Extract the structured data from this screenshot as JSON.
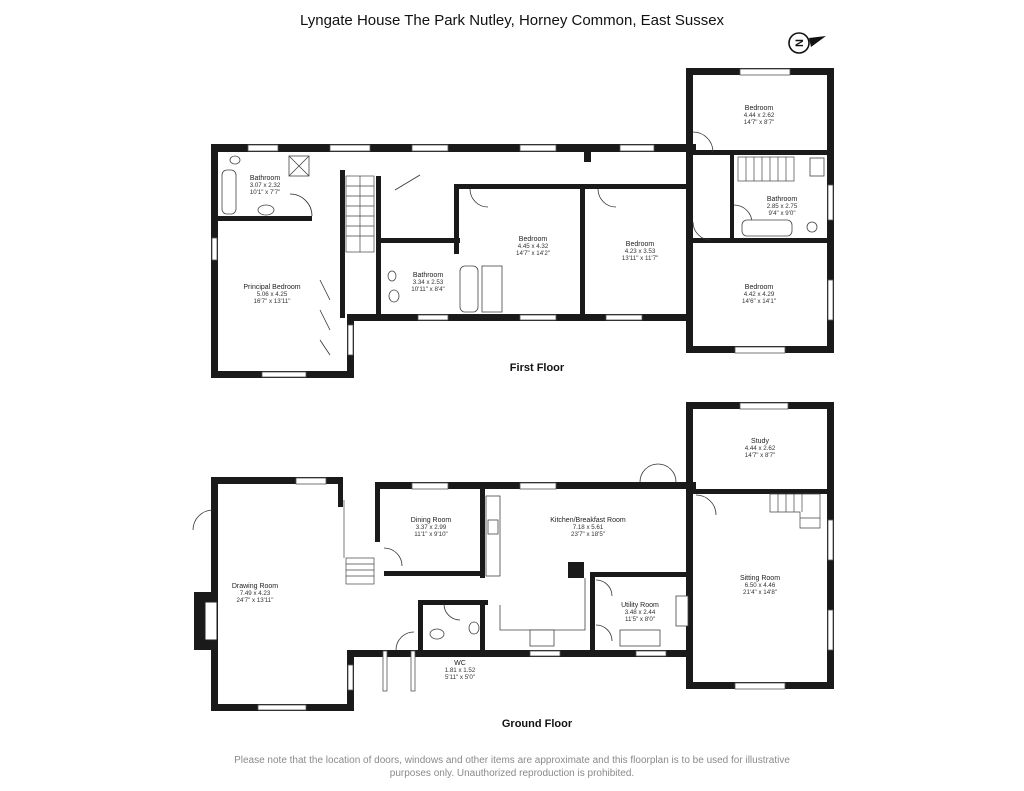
{
  "header": {
    "title": "Lyngate House The Park Nutley, Horney Common, East Sussex"
  },
  "compass": {
    "label": "N"
  },
  "floors": [
    {
      "id": "first",
      "title": "First Floor",
      "rooms": [
        {
          "name": "Bathroom",
          "metric": "3.07 x 2.32",
          "imperial": "10'1\" x 7'7\""
        },
        {
          "name": "Principal Bedroom",
          "metric": "5.06 x 4.25",
          "imperial": "16'7\" x 13'11\""
        },
        {
          "name": "Bathroom",
          "metric": "3.34 x 2.53",
          "imperial": "10'11\" x 8'4\""
        },
        {
          "name": "Bedroom",
          "metric": "4.45 x 4.32",
          "imperial": "14'7\" x 14'2\""
        },
        {
          "name": "Bedroom",
          "metric": "4.23 x 3.53",
          "imperial": "13'11\" x 11'7\""
        },
        {
          "name": "Bedroom",
          "metric": "4.44 x 2.62",
          "imperial": "14'7\" x 8'7\""
        },
        {
          "name": "Bathroom",
          "metric": "2.85 x 2.75",
          "imperial": "9'4\" x 9'0\""
        },
        {
          "name": "Bedroom",
          "metric": "4.42 x 4.29",
          "imperial": "14'6\" x 14'1\""
        }
      ]
    },
    {
      "id": "ground",
      "title": "Ground Floor",
      "rooms": [
        {
          "name": "Drawing Room",
          "metric": "7.49 x 4.23",
          "imperial": "24'7\" x 13'11\""
        },
        {
          "name": "Dining Room",
          "metric": "3.37 x 2.99",
          "imperial": "11'1\" x 9'10\""
        },
        {
          "name": "Kitchen/Breakfast Room",
          "metric": "7.18 x 5.61",
          "imperial": "23'7\" x 18'5\""
        },
        {
          "name": "WC",
          "metric": "1.81 x 1.52",
          "imperial": "5'11\" x 5'0\""
        },
        {
          "name": "Utility Room",
          "metric": "3.48 x 2.44",
          "imperial": "11'5\" x 8'0\""
        },
        {
          "name": "Study",
          "metric": "4.44 x 2.62",
          "imperial": "14'7\" x 8'7\""
        },
        {
          "name": "Sitting Room",
          "metric": "6.50 x 4.46",
          "imperial": "21'4\" x 14'8\""
        }
      ]
    }
  ],
  "footer": {
    "line1": "Please note that the location of doors, windows and other items are approximate and this floorplan is to be used for illustrative",
    "line2": "purposes only. Unauthorized reproduction is prohibited."
  }
}
